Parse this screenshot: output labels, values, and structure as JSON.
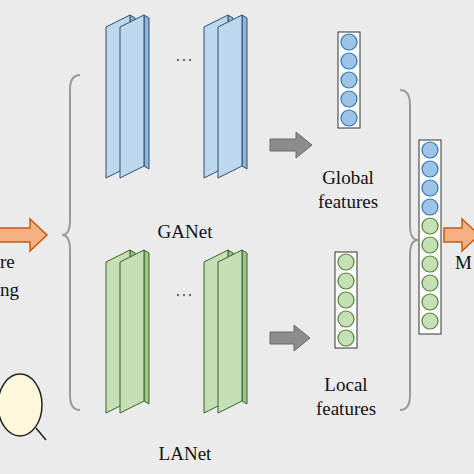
{
  "diagram": {
    "nodes": [
      {
        "text": [
          "GANet"
        ]
      },
      {
        "text": [
          "LANet"
        ]
      },
      {
        "text": [
          "Global features"
        ]
      },
      {
        "text": [
          "Local features"
        ]
      }
    ],
    "edges": [
      {
        "from": 0,
        "to": 2,
        "arrow": "to"
      },
      {
        "from": 1,
        "to": 3,
        "arrow": "to"
      }
    ],
    "labels": [
      "re ng",
      "M"
    ]
  }
}
